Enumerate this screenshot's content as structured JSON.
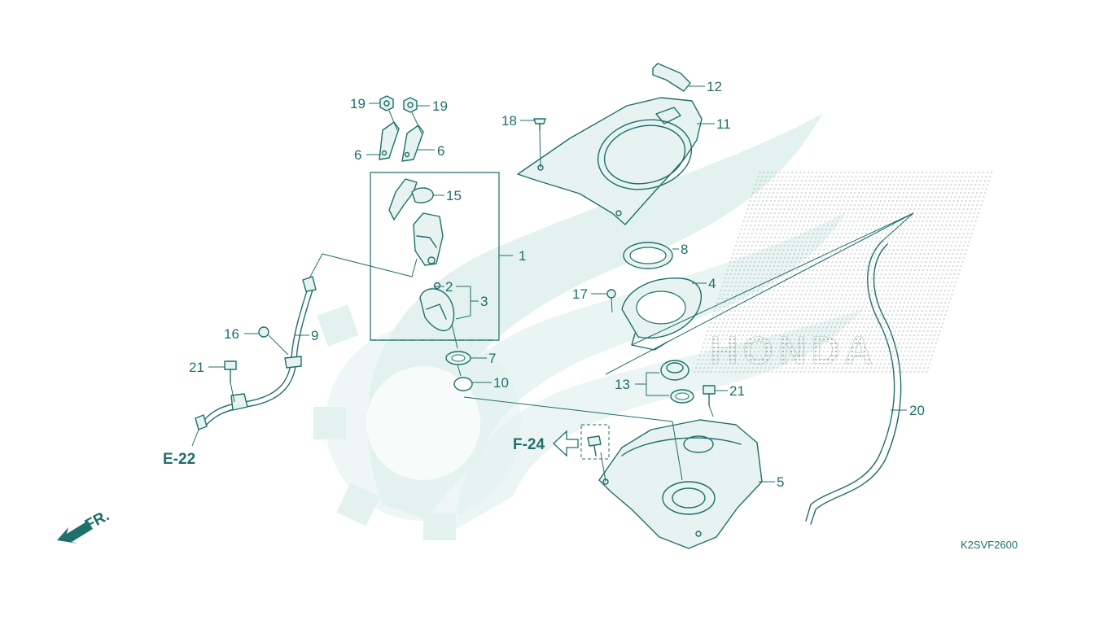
{
  "diagram": {
    "drawing_code": "K2SVF2600",
    "front_indicator": "FR.",
    "reference_labels": [
      "E-22",
      "F-24"
    ],
    "watermark_brand": "HONDA",
    "colors": {
      "line": "#1f6f6a",
      "watermark": "#e3f2ef",
      "dots": "#9aa6a3",
      "background": "#ffffff"
    },
    "callouts": {
      "c1": "1",
      "c2": "2",
      "c3": "3",
      "c4": "4",
      "c5": "5",
      "c6a": "6",
      "c6b": "6",
      "c7": "7",
      "c8": "8",
      "c9": "9",
      "c10": "10",
      "c11": "11",
      "c12": "12",
      "c13": "13",
      "c15": "15",
      "c16": "16",
      "c17": "17",
      "c18": "18",
      "c19a": "19",
      "c19b": "19",
      "c20": "20",
      "c21a": "21",
      "c21b": "21"
    }
  }
}
